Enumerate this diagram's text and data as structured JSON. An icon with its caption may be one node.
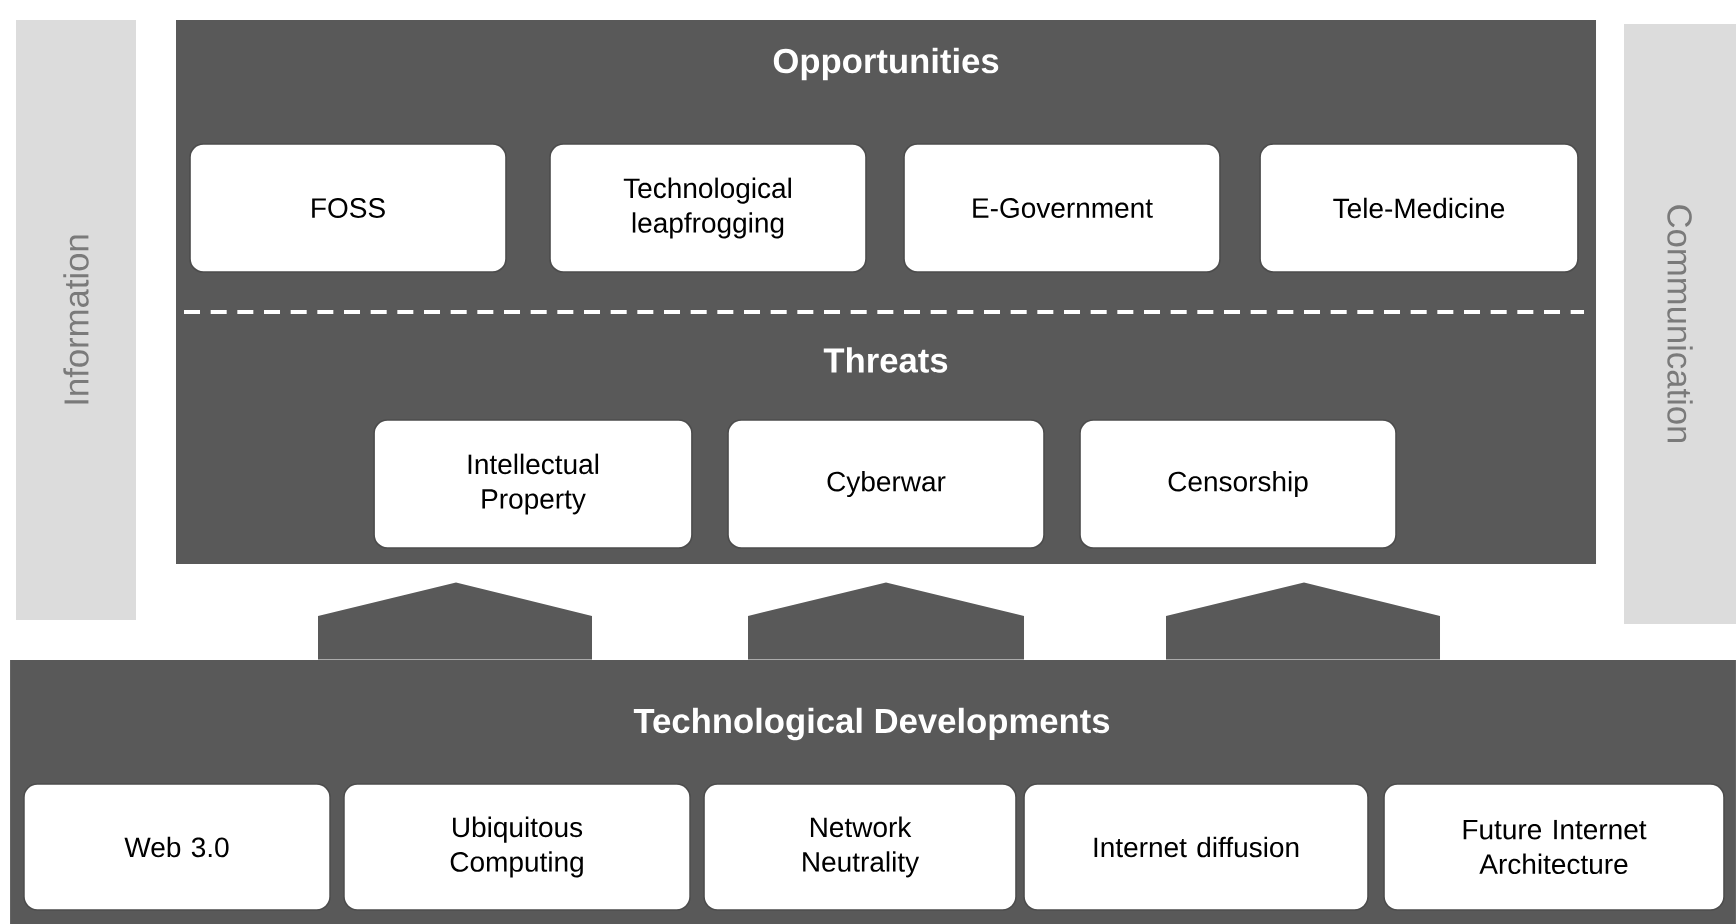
{
  "diagram": {
    "nodes": [
      {
        "text": [
          "Information"
        ]
      },
      {
        "text": [
          "Opportunities",
          "Threats"
        ]
      },
      {
        "text": [
          "FOSS"
        ],
        "in": 1
      },
      {
        "text": [
          "Technological leapfrogging"
        ],
        "in": 1
      },
      {
        "text": [
          "E-Government"
        ],
        "in": 1
      },
      {
        "text": [
          "Tele-Medicine"
        ],
        "in": 1
      },
      {
        "text": [
          "Intellectual Property"
        ],
        "in": 1
      },
      {
        "text": [
          "Cyberwar"
        ],
        "in": 1
      },
      {
        "text": [
          "Censorship"
        ],
        "in": 1
      },
      {
        "text": [
          "Communication"
        ]
      },
      {
        "text": [
          "Technological Developments"
        ]
      },
      {
        "text": [
          "Web 3.0"
        ],
        "in": 10
      },
      {
        "text": [
          "Ubiquitous Computing"
        ],
        "in": 10
      },
      {
        "text": [
          "Network Neutrality"
        ],
        "in": 10
      },
      {
        "text": [
          "Internet diffusion"
        ],
        "in": 10
      },
      {
        "text": [
          "Future Internet Architecture"
        ],
        "in": 10
      }
    ],
    "edges": [
      {
        "from": 10,
        "to": 1,
        "arrow": "to"
      },
      {
        "from": 10,
        "to": 1,
        "arrow": "to"
      },
      {
        "from": 10,
        "to": 1,
        "arrow": "to"
      }
    ]
  }
}
